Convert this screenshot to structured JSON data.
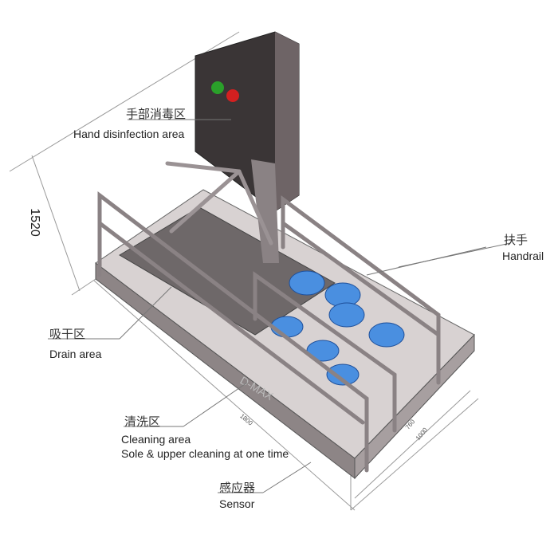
{
  "labels": {
    "hand": {
      "zh": "手部消毒区",
      "en": "Hand disinfection area"
    },
    "handrail": {
      "zh": "扶手",
      "en": "Handrail"
    },
    "drain": {
      "zh": "吸干区",
      "en": "Drain area"
    },
    "cleaning": {
      "zh": "清洗区",
      "en": "Cleaning area",
      "en2": "Sole & upper cleaning at one time"
    },
    "sensor": {
      "zh": "感应器",
      "en": "Sensor"
    }
  },
  "dimensions": {
    "height": "1520",
    "length": "1800",
    "inner_width": "760",
    "width": "1000"
  },
  "watermark": "D-MAX",
  "colors": {
    "panel": "#3a3536",
    "frame": "#8a8284",
    "brush": "#4a8fe0",
    "green": "#2aa02a",
    "red": "#d32020"
  }
}
